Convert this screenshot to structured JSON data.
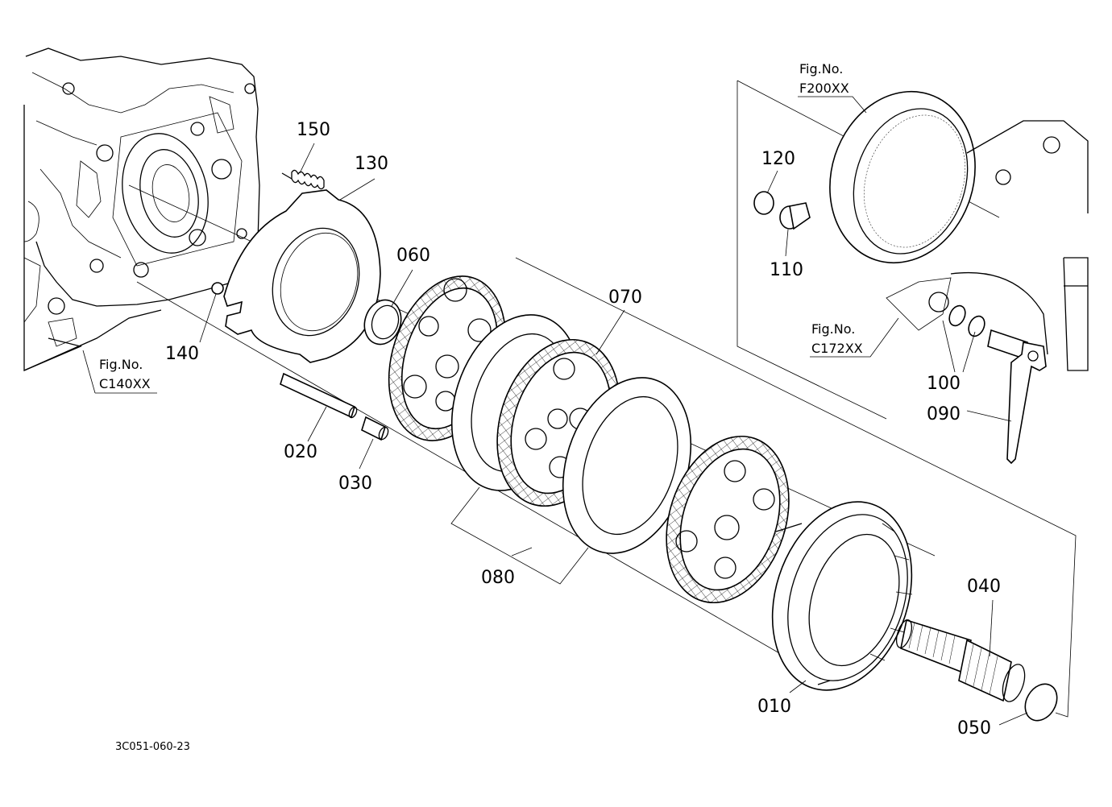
{
  "diagram_code": "3C051-060-23",
  "part_labels": {
    "p010": "010",
    "p020": "020",
    "p030": "030",
    "p040": "040",
    "p050": "050",
    "p060": "060",
    "p070": "070",
    "p080": "080",
    "p090": "090",
    "p100": "100",
    "p110": "110",
    "p120": "120",
    "p130": "130",
    "p140": "140",
    "p150": "150"
  },
  "fig_refs": {
    "c140": {
      "label": "Fig.No.",
      "code": "C140XX"
    },
    "f200": {
      "label": "Fig.No.",
      "code": "F200XX"
    },
    "c172": {
      "label": "Fig.No.",
      "code": "C172XX"
    }
  }
}
